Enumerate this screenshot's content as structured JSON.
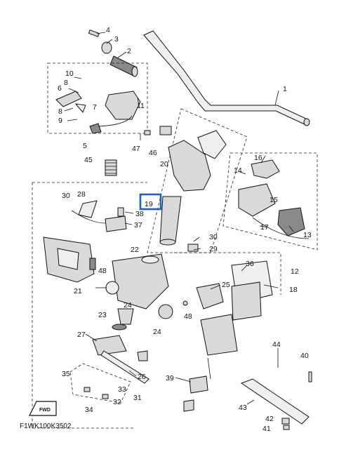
{
  "diagram": {
    "code": "F1WK100K3502",
    "fwd_label": "FWD",
    "highlighted_callout": "19",
    "highlight_color": "#1565c0",
    "callouts": [
      "1",
      "2",
      "3",
      "4",
      "5",
      "6",
      "7",
      "8",
      "9",
      "10",
      "11",
      "12",
      "13",
      "14",
      "15",
      "16",
      "17",
      "18",
      "19",
      "20",
      "21",
      "22",
      "23",
      "24",
      "24",
      "25",
      "26",
      "27",
      "28",
      "29",
      "30",
      "30",
      "31",
      "32",
      "33",
      "34",
      "35",
      "36",
      "37",
      "38",
      "39",
      "40",
      "41",
      "42",
      "43",
      "44",
      "45",
      "46",
      "47",
      "48",
      "48"
    ]
  }
}
